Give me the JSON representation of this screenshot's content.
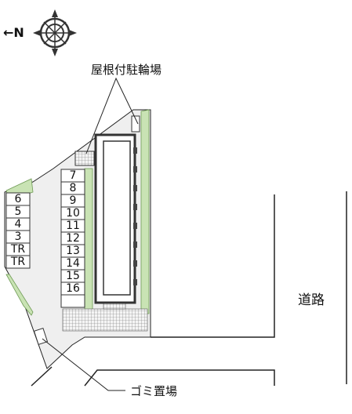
{
  "compass": {
    "north_letter": "N",
    "arrow": "←"
  },
  "labels": {
    "bicycle_parking": "屋根付駐輪場",
    "road": "道路",
    "garbage": "ゴミ置場"
  },
  "parking_left": [
    {
      "label": "6"
    },
    {
      "label": "5"
    },
    {
      "label": "4"
    },
    {
      "label": "3"
    },
    {
      "label": "TR"
    },
    {
      "label": "TR"
    }
  ],
  "parking_right": [
    {
      "label": "7"
    },
    {
      "label": "8"
    },
    {
      "label": "9"
    },
    {
      "label": "10"
    },
    {
      "label": "11"
    },
    {
      "label": "12"
    },
    {
      "label": "13"
    },
    {
      "label": "14"
    },
    {
      "label": "15"
    },
    {
      "label": "16"
    }
  ],
  "colors": {
    "greenery": "#c9e3b4",
    "greenery_edge": "#6e9a54",
    "ground": "#ededed",
    "line": "#222222"
  }
}
